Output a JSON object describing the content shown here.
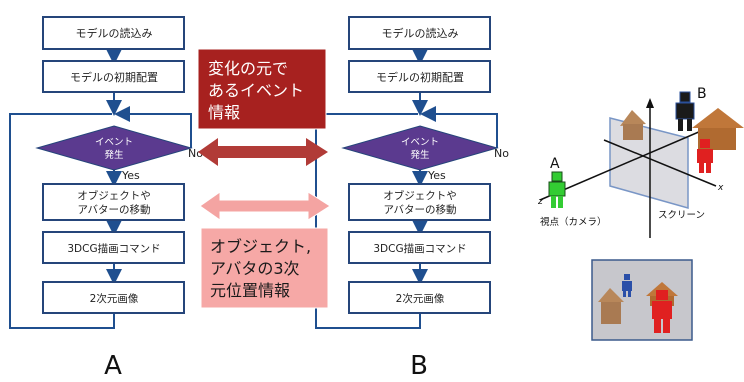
{
  "flowcharts": [
    {
      "id": "A",
      "steps": [
        "モデルの読込み",
        "モデルの初期配置"
      ],
      "decision": {
        "line1": "イベント",
        "line2": "発生"
      },
      "yes_label": "Yes",
      "no_label": "No",
      "after_steps": [
        {
          "line1": "オブジェクトや",
          "line2": "アバターの移動"
        },
        {
          "line1": "3DCG描画コマンド",
          "line2": ""
        },
        {
          "line1": "2次元画像",
          "line2": ""
        }
      ],
      "caption": "A"
    },
    {
      "id": "B",
      "steps": [
        "モデルの読込み",
        "モデルの初期配置"
      ],
      "decision": {
        "line1": "イベント",
        "line2": "発生"
      },
      "yes_label": "Yes",
      "no_label": "No",
      "after_steps": [
        {
          "line1": "オブジェクトや",
          "line2": "アバターの移動"
        },
        {
          "line1": "3DCG描画コマンド",
          "line2": ""
        },
        {
          "line1": "2次元画像",
          "line2": ""
        }
      ],
      "caption": "B"
    }
  ],
  "callouts": {
    "event": {
      "lines": [
        "変化の元で",
        "あるイベント",
        "情報"
      ],
      "color": "#a7211f",
      "arrow_color": "#b13b37"
    },
    "position": {
      "lines": [
        "オブジェクト,",
        "アバタの3次",
        "元位置情報"
      ],
      "color": "#f6a8a6",
      "arrow_color": "#f4a4a2"
    }
  },
  "scene": {
    "label_b": "B",
    "label_a": "A",
    "axis_x": "x",
    "axis_z": "z",
    "viewpoint_label": "視点（カメラ）",
    "screen_label": "スクリーン"
  },
  "colors": {
    "box_border": "#25457a",
    "decision_fill": "#5b3a8f",
    "flow_line": "#1f4f8f",
    "preview_bg": "#c7c7cc"
  }
}
